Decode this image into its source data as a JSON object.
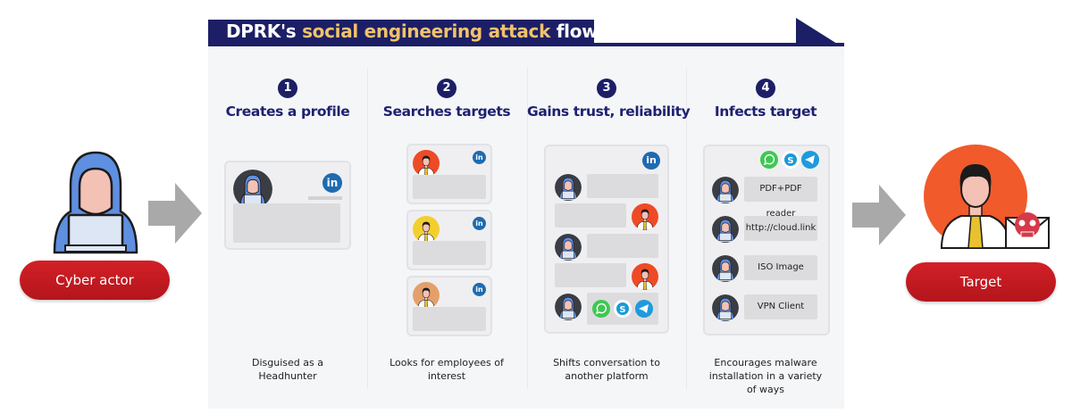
{
  "title": {
    "prefix": "DPRK's",
    "highlight": "social engineering attack",
    "suffix": "flow",
    "colors": {
      "background": "#1c1f66",
      "highlight": "#f2c26a",
      "text": "#ffffff"
    }
  },
  "actor": {
    "label": "Cyber actor",
    "icon": "hooded-hacker-icon"
  },
  "target": {
    "label": "Target",
    "icon": "victim-with-malicious-email-icon"
  },
  "colors": {
    "pill": "#c41a21",
    "arrow": "#a9a9a9",
    "step_title": "#1e2170",
    "linkedin": "#1e6bb0"
  },
  "steps": [
    {
      "number": "1",
      "title": "Creates a profile",
      "description": "Disguised as a Headhunter",
      "card_platform": "in"
    },
    {
      "number": "2",
      "title": "Searches targets",
      "description": "Looks for employees of interest",
      "card_platform": "in",
      "target_avatar_colors": [
        "#ee4a25",
        "#f3cf2e",
        "#e4a06b"
      ]
    },
    {
      "number": "3",
      "title": "Gains trust, reliability",
      "description": "Shifts conversation to another platform",
      "card_platform": "in",
      "platforms": [
        "whatsapp",
        "skype",
        "telegram"
      ]
    },
    {
      "number": "4",
      "title": "Infects target",
      "description": "Encourages malware installation in a variety of ways",
      "platforms": [
        "whatsapp",
        "skype",
        "telegram"
      ],
      "payloads": [
        "PDF+PDF reader",
        "http://cloud.link",
        "ISO Image",
        "VPN Client"
      ]
    }
  ],
  "linkedin_label": "in",
  "skype_label": "S"
}
